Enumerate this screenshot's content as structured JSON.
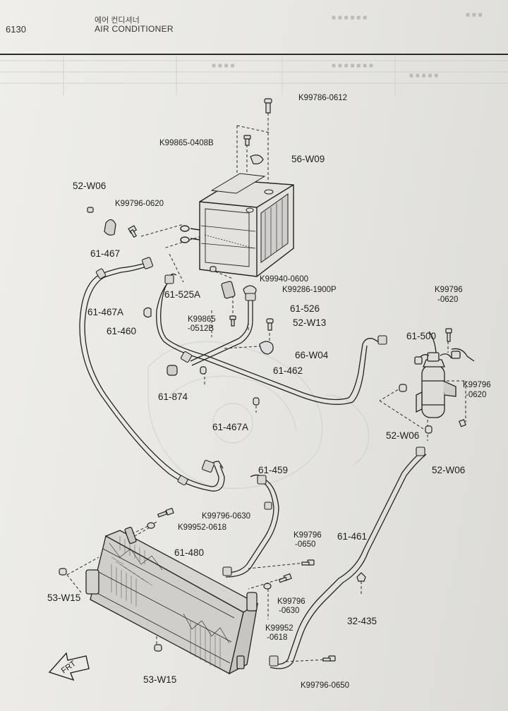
{
  "header": {
    "page_number": "6130",
    "title_korean": "에어 컨디셔너",
    "title_english": "AIR CONDITIONER"
  },
  "labels": {
    "k99786_0612": "K99786-0612",
    "k99865_0408b": "K99865-0408B",
    "w09_56": "56-W09",
    "w06_52_left": "52-W06",
    "k99796_0620_left": "K99796-0620",
    "p61_467": "61-467",
    "k99940_0600": "K99940-0600",
    "k99286_1900p": "K99286-1900P",
    "p61_525a": "61-525A",
    "p61_526": "61-526",
    "p61_467a_top": "61-467A",
    "k99865_0512b_1": "K99865",
    "k99865_0512b_2": "-0512B",
    "w13_52": "52-W13",
    "p61_460": "61-460",
    "w04_66": "66-W04",
    "p61_462": "61-462",
    "p61_874": "61-874",
    "p61_467a_bottom": "61-467A",
    "k99796_0620_r1a": "K99796",
    "k99796_0620_r1b": "-0620",
    "p61_500": "61-500",
    "k99796_0620_r2a": "K99796",
    "k99796_0620_r2b": "-0620",
    "w06_52_right1": "52-W06",
    "w06_52_right2": "52-W06",
    "p61_459": "61-459",
    "k99796_0630_top": "K99796-0630",
    "k99952_0618_top": "K99952-0618",
    "k99796_0650_a": "K99796",
    "k99796_0650_b": "-0650",
    "p61_480": "61-480",
    "p61_461": "61-461",
    "w15_53_left": "53-W15",
    "k99796_0630_a": "K99796",
    "k99796_0630_b": "-0630",
    "p32_435": "32-435",
    "k99952_0618_a": "K99952",
    "k99952_0618_b": "-0618",
    "w15_53_bottom": "53-W15",
    "k99796_0650_bottom": "K99796-0650",
    "frt": "FRT"
  },
  "colors": {
    "ink": "#1e1e1e",
    "line": "#2a2a2a",
    "paper": "#ebeae5"
  }
}
